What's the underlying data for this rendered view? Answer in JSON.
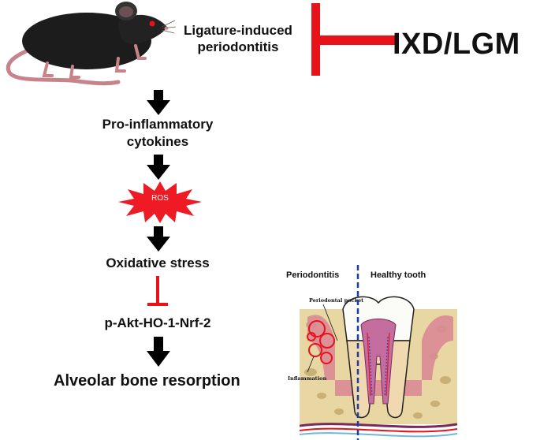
{
  "title": {
    "model_line1": "Ligature-induced",
    "model_line2": "periodontitis",
    "treatment": "IXD/LGM"
  },
  "pathway": {
    "step1_line1": "Pro-inflammatory",
    "step1_line2": "cytokines",
    "ros": "ROS",
    "step2": "Oxidative stress",
    "step3": "p-Akt-HO-1-Nrf-2",
    "outcome": "Alveolar bone resorption"
  },
  "tooth_panel": {
    "left_label": "Periodontitis",
    "right_label": "Healthy tooth",
    "pocket_label": "Periodontal pocket",
    "inflammation_label": "Inflammation"
  },
  "colors": {
    "inhibit_red": "#e8121b",
    "ros_red": "#ee1b24",
    "arrow_black": "#000000",
    "divider_blue": "#1f3fa0",
    "bone_tan": "#e9d7a3",
    "gum_pink": "#d98a95"
  },
  "icons": {
    "mouse": "mouse-illustration",
    "tooth": "tooth-cross-section-illustration"
  }
}
